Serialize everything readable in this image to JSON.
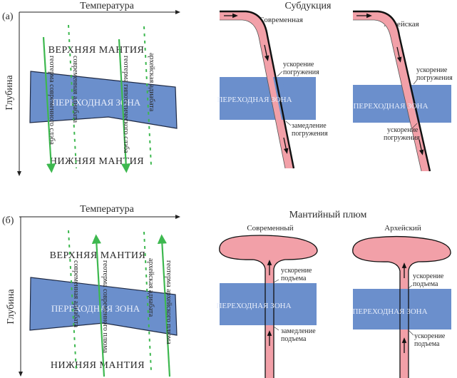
{
  "colors": {
    "zone": "#6b8fcc",
    "zone_stroke": "#1f2a44",
    "slab": "#f2a0a8",
    "green": "#3db84f",
    "ink": "#111111"
  },
  "panel_a": {
    "label": "(а)",
    "x_axis": "Температура",
    "y_axis": "Глубина",
    "upper_mantle": "ВЕРХНЯЯ МАНТИЯ",
    "transition_zone": "ПЕРЕХОДНАЯ ЗОНА",
    "lower_mantle": "НИЖНЯЯ МАНТИЯ",
    "lines": [
      {
        "label": "геотерма современного слэба",
        "style": "solid-arrow-down"
      },
      {
        "label": "современная адиабата",
        "style": "dashed"
      },
      {
        "label": "геотерма гипотетического слэба",
        "style": "solid-arrow-down"
      },
      {
        "label": "архейская адиабата",
        "style": "dashed"
      }
    ]
  },
  "subduction": {
    "title": "Субдукция",
    "modern": {
      "label": "Современная",
      "zone": "ПЕРЕХОДНАЯ ЗОНА",
      "top_note": [
        "ускорение",
        "погружения"
      ],
      "bottom_note": [
        "замедление",
        "погружения"
      ]
    },
    "archean": {
      "label": "Архейская",
      "zone": "ПЕРЕХОДНАЯ ЗОНА",
      "top_note": [
        "ускорение",
        "погружения"
      ],
      "bottom_note": [
        "ускорение",
        "погружения"
      ]
    }
  },
  "panel_b": {
    "label": "(б)",
    "x_axis": "Температура",
    "y_axis": "Глубина",
    "upper_mantle": "ВЕРХНЯЯ МАНТИЯ",
    "transition_zone": "ПЕРЕХОДНАЯ ЗОНА",
    "lower_mantle": "НИЖНЯЯ МАНТИЯ",
    "lines": [
      {
        "label": "современная адиабата",
        "style": "dashed"
      },
      {
        "label": "геотерма современного плюма",
        "style": "solid-arrow-up"
      },
      {
        "label": "архейская адиабата",
        "style": "dashed"
      },
      {
        "label": "геотерма архейского плюма",
        "style": "solid-arrow-up"
      }
    ]
  },
  "plume": {
    "title": "Мантийный плюм",
    "modern": {
      "label": "Современный",
      "zone": "ПЕРЕХОДНАЯ ЗОНА",
      "top_note": [
        "ускорение",
        "подъема"
      ],
      "bottom_note": [
        "замедление",
        "подъема"
      ]
    },
    "archean": {
      "label": "Архейский",
      "zone": "ПЕРЕХОДНАЯ ЗОНА",
      "top_note": [
        "ускорение",
        "подъема"
      ],
      "bottom_note": [
        "ускорение",
        "подъема"
      ]
    }
  }
}
